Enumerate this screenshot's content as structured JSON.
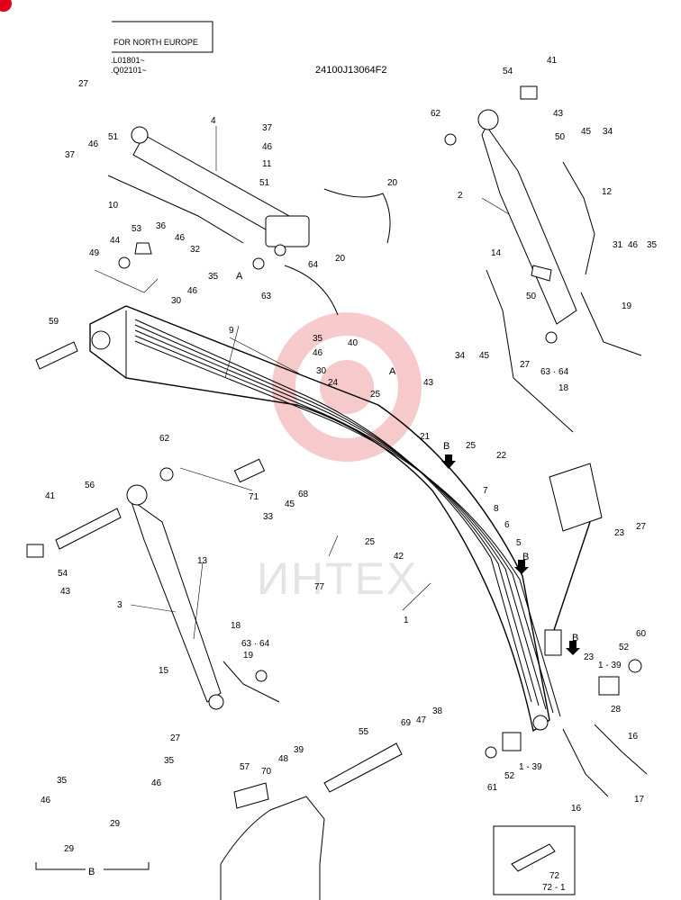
{
  "header": {
    "region": "FOR NORTH EUROPE",
    "serial_1": ".L01801~",
    "serial_2": ".Q02101~",
    "drawing_no": "24100J13064F2"
  },
  "watermark": "ИНТЕХ",
  "detail_labels": {
    "A1": "A",
    "A2": "A",
    "B1": "B",
    "B2": "B",
    "B3": "B",
    "B_view": "B"
  },
  "inset": {
    "ref_1": "72",
    "ref_2": "72 - 1"
  },
  "callouts": {
    "c1": "1",
    "c2": "2",
    "c3": "3",
    "c4": "4",
    "c5": "5",
    "c6": "6",
    "c7": "7",
    "c8": "8",
    "c9": "9",
    "c10": "10",
    "c11": "11",
    "c12": "12",
    "c13": "13",
    "c14": "14",
    "c15": "15",
    "c16a": "16",
    "c16b": "16",
    "c17": "17",
    "c18a": "18",
    "c18b": "18",
    "c19a": "19",
    "c19b": "19",
    "c20a": "20",
    "c20b": "20",
    "c21": "21",
    "c22": "22",
    "c23a": "23",
    "c23b": "23",
    "c24": "24",
    "c25a": "25",
    "c25b": "25",
    "c25c": "25",
    "c27a": "27",
    "c27b": "27",
    "c27c": "27",
    "c27d": "27",
    "c28": "28",
    "c29a": "29",
    "c29b": "29",
    "c30a": "30",
    "c30b": "30",
    "c31": "31",
    "c32": "32",
    "c33": "33",
    "c34a": "34",
    "c34b": "34",
    "c35a": "35",
    "c35b": "35",
    "c35c": "35",
    "c35d": "35",
    "c35e": "35",
    "c36": "36",
    "c37a": "37",
    "c37b": "37",
    "c38": "38",
    "c39a": "39",
    "c39b": "1 - 39",
    "c39c": "1 - 39",
    "c40": "40",
    "c41a": "41",
    "c41b": "41",
    "c42": "42",
    "c43a": "43",
    "c43b": "43",
    "c43c": "43",
    "c44": "44",
    "c45a": "45",
    "c45b": "45",
    "c45c": "45",
    "c46a": "46",
    "c46b": "46",
    "c46c": "46",
    "c46d": "46",
    "c46e": "46",
    "c46f": "46",
    "c46g": "46",
    "c46h": "46",
    "c47": "47",
    "c48": "48",
    "c49": "49",
    "c50a": "50",
    "c50b": "50",
    "c51a": "51",
    "c51b": "51",
    "c52a": "52",
    "c52b": "52",
    "c53": "53",
    "c54a": "54",
    "c54b": "54",
    "c55": "55",
    "c56": "56",
    "c57": "57",
    "c59": "59",
    "c60": "60",
    "c61": "61",
    "c62a": "62",
    "c62b": "62",
    "c6364a": "63 · 64",
    "c6364b": "63 · 64",
    "c63": "63",
    "c64": "64",
    "c68": "68",
    "c69": "69",
    "c70": "70",
    "c71": "71",
    "c77": "77"
  }
}
